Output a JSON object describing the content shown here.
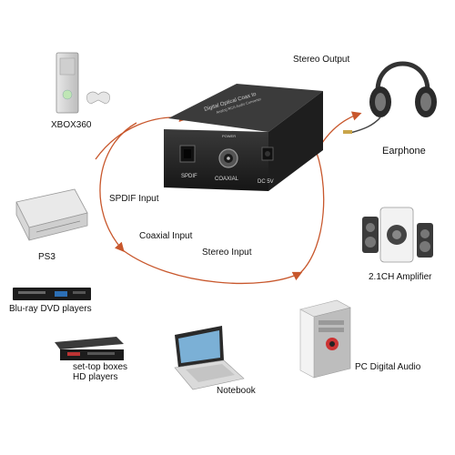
{
  "labels": {
    "stereo_output": "Stereo Output",
    "xbox": "XBOX360",
    "earphone": "Earphone",
    "spdif_input": "SPDIF Input",
    "coaxial_input": "Coaxial Input",
    "stereo_input": "Stereo Input",
    "ps3": "PS3",
    "amplifier": "2.1CH  Amplifier",
    "bluray": "Blu-ray DVD players",
    "settop_line1": "set-top boxes",
    "settop_line2": "HD players",
    "pc_audio": "PC Digital Audio",
    "notebook": "Notebook"
  },
  "device": {
    "port_spdif": "SPDIF",
    "port_coaxial": "COAXIAL",
    "port_dc": "DC 5V",
    "top_text": "Digital Optical Coax to",
    "top_text2": "Analog RCA Audio Converter",
    "power_label": "POWER"
  },
  "colors": {
    "arrow": "#c8572c",
    "box": "#2a2a2a"
  }
}
